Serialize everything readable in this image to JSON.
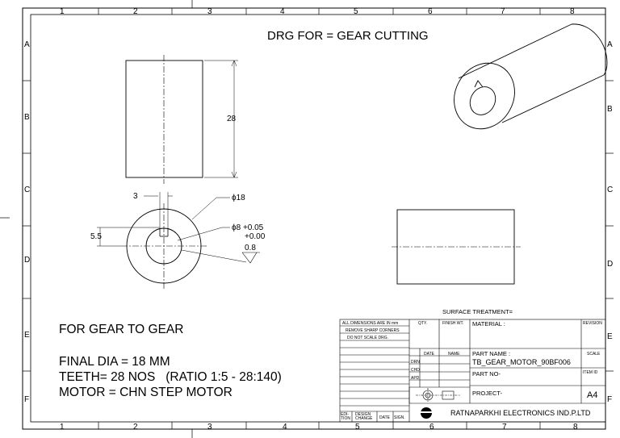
{
  "drawing": {
    "title": "DRG FOR = GEAR CUTTING",
    "col_markers": [
      "1",
      "2",
      "3",
      "4",
      "5",
      "6",
      "7",
      "8"
    ],
    "row_markers": [
      "A",
      "B",
      "C",
      "D",
      "E",
      "F"
    ]
  },
  "dimensions": {
    "length": "28",
    "keyway": "3",
    "outer_dia": "ϕ18",
    "bore_dia": "ϕ8 +0.05",
    "bore_tol": "+0.00",
    "key_depth": "5.5",
    "finish": "0.8"
  },
  "notes": {
    "heading": "FOR GEAR TO GEAR",
    "line1": "FINAL DIA = 18 MM",
    "line2": "TEETH= 28 NOS   (RATIO 1:5 - 28:140)",
    "line3": "MOTOR = CHN STEP MOTOR"
  },
  "title_block": {
    "surface_treatment": "SURFACE TREATMENT=",
    "all_dims": "ALL DIMENSIONS ARE IN mm",
    "remove_sharp": "REMOVE SHARP CORNERS",
    "do_not_scale": "DO NOT SCALE DRG.",
    "qty": "QTY.",
    "finish_wt": "FINISH WT.",
    "material": "MATERIAL :",
    "revision": "REVISION",
    "date": "DATE",
    "name": "NAME",
    "part_name_label": "PART NAME  :",
    "part_name": "TB_GEAR_MOTOR_90BF006",
    "scale": "SCALE",
    "drn": "DRN",
    "chd": "CHD",
    "apd": "APD",
    "part_no": "PART NO-",
    "item_id": "ITEM ID",
    "project": "PROJECT-",
    "size": "A4",
    "edition": "EDI-\nTION",
    "design_change": "DESIGN\nCHANGE",
    "date2": "DATE",
    "sign": "SIGN.",
    "company": "RATNAPARKHI ELECTRONICS IND.P.LTD"
  }
}
